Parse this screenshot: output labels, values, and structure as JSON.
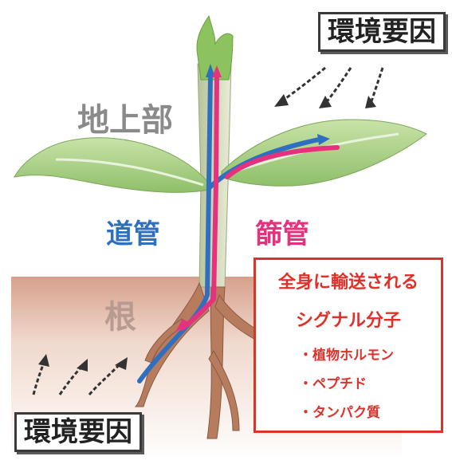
{
  "labels": {
    "above_ground": "地上部",
    "root": "根",
    "xylem": "道管",
    "phloem": "篩管",
    "environment_top": "環境要因",
    "environment_bottom": "環境要因"
  },
  "signal_box": {
    "title_line1": "全身に輸送される",
    "title_line2": "シグナル分子",
    "items": [
      "・植物ホルモン",
      "・ペプチド",
      "・タンパク質"
    ]
  },
  "colors": {
    "xylem": "#2f6fbf",
    "phloem": "#e6317e",
    "signal_border": "#d9342a",
    "soil": "#d9a593",
    "label_gray": "#8a8a8a"
  }
}
